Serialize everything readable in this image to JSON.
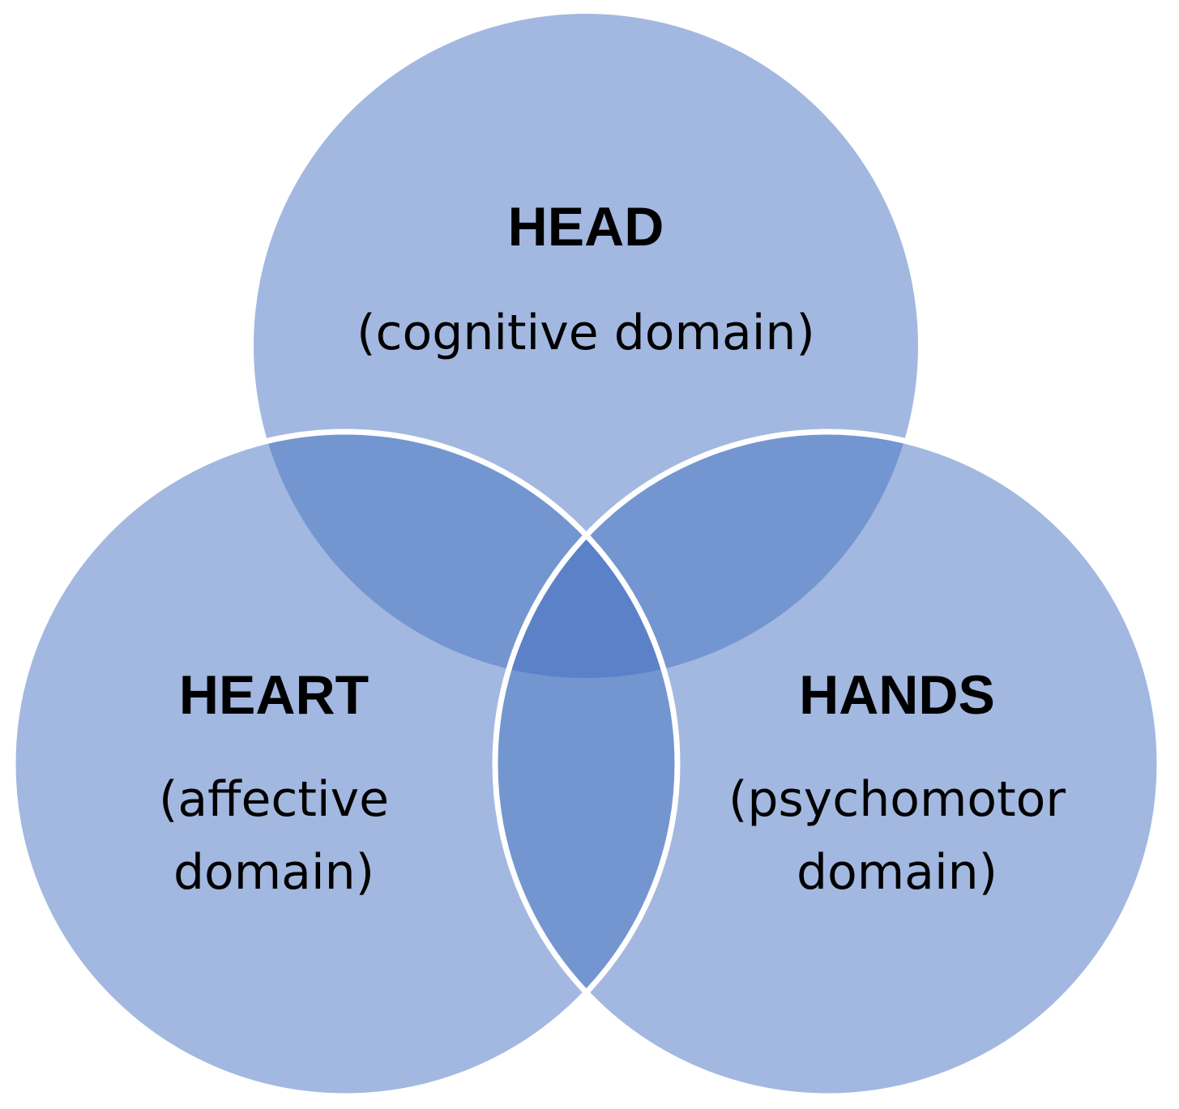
{
  "diagram": {
    "type": "venn",
    "colors": {
      "circle_fill": "#a2b8e0",
      "overlap_fill": "#7496d0",
      "center_fill": "#5b82c8",
      "border": "#ffffff"
    },
    "circles": [
      {
        "id": "head",
        "title": "HEAD",
        "subtitle_lines": [
          "(cognitive domain)"
        ]
      },
      {
        "id": "heart",
        "title": "HEART",
        "subtitle_lines": [
          "(affective",
          "domain)"
        ]
      },
      {
        "id": "hands",
        "title": "HANDS",
        "subtitle_lines": [
          "(psychomotor",
          "domain)"
        ]
      }
    ]
  }
}
